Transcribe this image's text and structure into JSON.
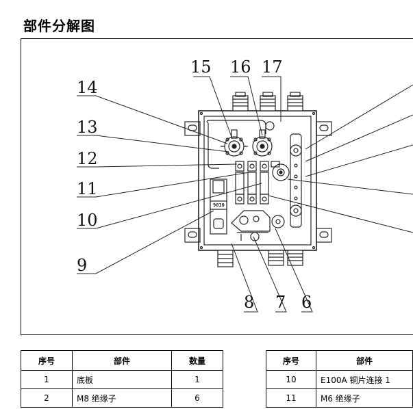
{
  "title": "部件分解图",
  "callouts": [
    "15",
    "16",
    "17",
    "14",
    "13",
    "12",
    "11",
    "10",
    "9",
    "8",
    "7",
    "6"
  ],
  "plate_text": "9010",
  "table_left": {
    "headers": [
      "序号",
      "部件",
      "数量"
    ],
    "rows": [
      {
        "no": "1",
        "part": "底板",
        "qty": "1"
      },
      {
        "no": "2",
        "part": "M8 绝缘子",
        "qty": "6"
      }
    ]
  },
  "table_right": {
    "headers": [
      "序号",
      "部件"
    ],
    "rows": [
      {
        "no": "10",
        "part": "E100A 铜片连接 1"
      },
      {
        "no": "11",
        "part": "M6 绝缘子"
      }
    ]
  }
}
